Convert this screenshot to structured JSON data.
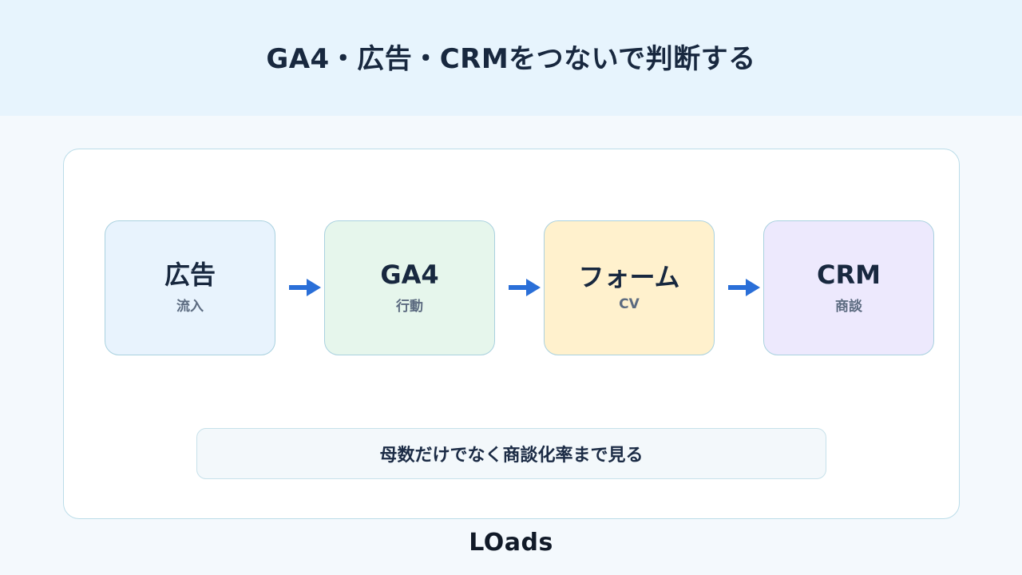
{
  "title": "GA4・広告・CRMをつないで判断する",
  "steps": [
    {
      "title": "広告",
      "subtitle": "流入",
      "fill": "#e8f3fd"
    },
    {
      "title": "GA4",
      "subtitle": "行動",
      "fill": "#e6f6ec"
    },
    {
      "title": "フォーム",
      "subtitle": "CV",
      "fill": "#fff1cd"
    },
    {
      "title": "CRM",
      "subtitle": "商談",
      "fill": "#ede9fd"
    }
  ],
  "arrow_color": "#2a6fd8",
  "note": "母数だけでなく商談化率まで見る",
  "logo": "LOads"
}
